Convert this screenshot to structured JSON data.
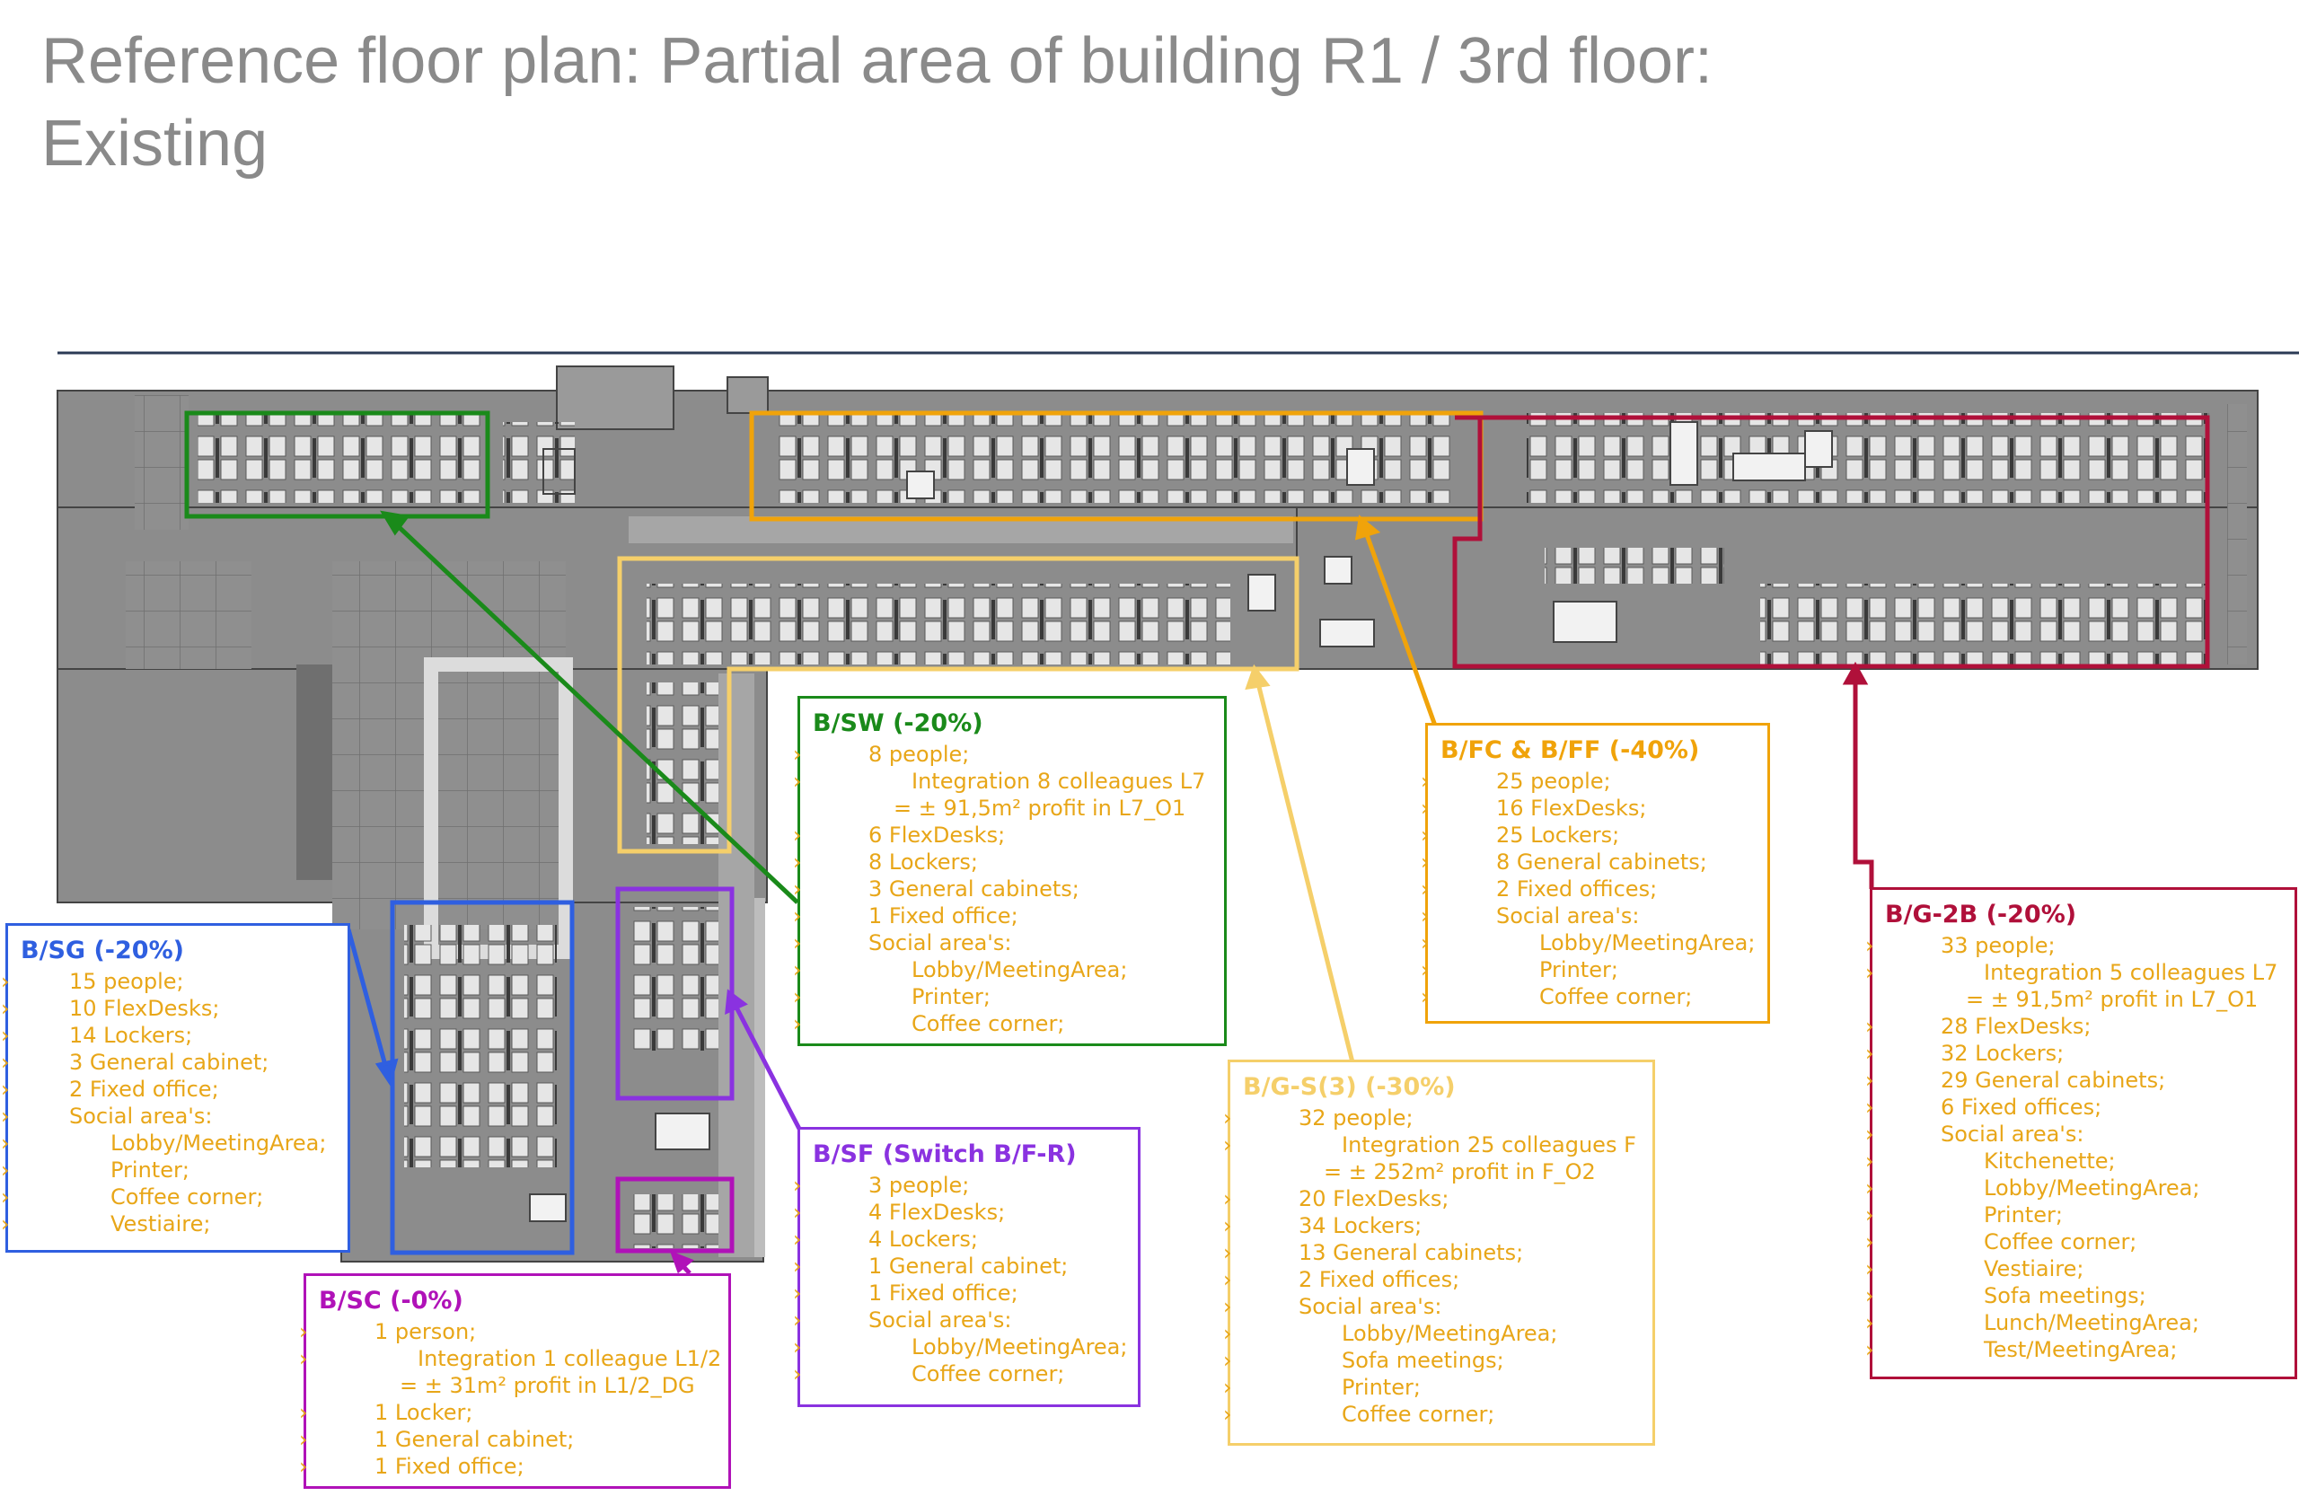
{
  "title": "Reference floor plan: Partial area of building R1 / 3rd floor: Existing",
  "colors": {
    "green": "#1a8a1a",
    "orange": "#f0a30a",
    "crimson": "#b0103a",
    "light_yellow": "#f5cf6a",
    "blue": "#2f5fe0",
    "violet": "#8a32e0",
    "magenta": "#b012b8",
    "text_yellow": "#e8a618",
    "title_gray": "#8a8a8a",
    "floor_gray": "#8c8c8c"
  },
  "zones": {
    "bsw": {
      "title": "B/SW (-20%)",
      "items": [
        "8 people;",
        "Integration 8 colleagues L7",
        "= ± 91,5m² profit in L7_O1",
        "6 FlexDesks;",
        "8 Lockers;",
        "3 General cabinets;",
        "1 Fixed office;",
        "Social area's:",
        "Lobby/MeetingArea;",
        "Printer;",
        "Coffee corner;"
      ]
    },
    "bfc": {
      "title": "B/FC & B/FF (-40%)",
      "items": [
        "25 people;",
        "16 FlexDesks;",
        "25 Lockers;",
        "8 General cabinets;",
        "2 Fixed offices;",
        "Social area's:",
        "Lobby/MeetingArea;",
        "Printer;",
        "Coffee corner;"
      ]
    },
    "bg2b": {
      "title": "B/G-2B (-20%)",
      "items": [
        "33 people;",
        "Integration 5 colleagues L7",
        "= ± 91,5m² profit in L7_O1",
        "28 FlexDesks;",
        "32 Lockers;",
        "29 General cabinets;",
        "6 Fixed offices;",
        "Social area's:",
        "Kitchenette;",
        "Lobby/MeetingArea;",
        "Printer;",
        "Coffee corner;",
        "Vestiaire;",
        "Sofa meetings;",
        "Lunch/MeetingArea;",
        "Test/MeetingArea;"
      ]
    },
    "bsg": {
      "title": "B/SG (-20%)",
      "items": [
        "15 people;",
        "10 FlexDesks;",
        "14 Lockers;",
        "3 General cabinet;",
        "2 Fixed office;",
        "Social area's:",
        "Lobby/MeetingArea;",
        "Printer;",
        "Coffee corner;",
        "Vestiaire;"
      ]
    },
    "bsf": {
      "title": "B/SF (Switch B/F-R)",
      "items": [
        "3 people;",
        "4 FlexDesks;",
        "4 Lockers;",
        "1 General cabinet;",
        "1 Fixed office;",
        "Social area's:",
        "Lobby/MeetingArea;",
        "Coffee corner;"
      ]
    },
    "bgs3": {
      "title": "B/G-S(3) (-30%)",
      "items": [
        "32 people;",
        "Integration 25 colleagues F",
        "= ± 252m² profit in F_O2",
        "20 FlexDesks;",
        "34 Lockers;",
        "13 General cabinets;",
        "2 Fixed offices;",
        "Social area's:",
        "Lobby/MeetingArea;",
        "Sofa meetings;",
        "Printer;",
        "Coffee corner;"
      ]
    },
    "bsc": {
      "title": "B/SC (-0%)",
      "items": [
        "1 person;",
        "Integration 1 colleague L1/2",
        "= ± 31m² profit in L1/2_DG",
        "1 Locker;",
        "1 General cabinet;",
        "1 Fixed office;"
      ]
    }
  }
}
